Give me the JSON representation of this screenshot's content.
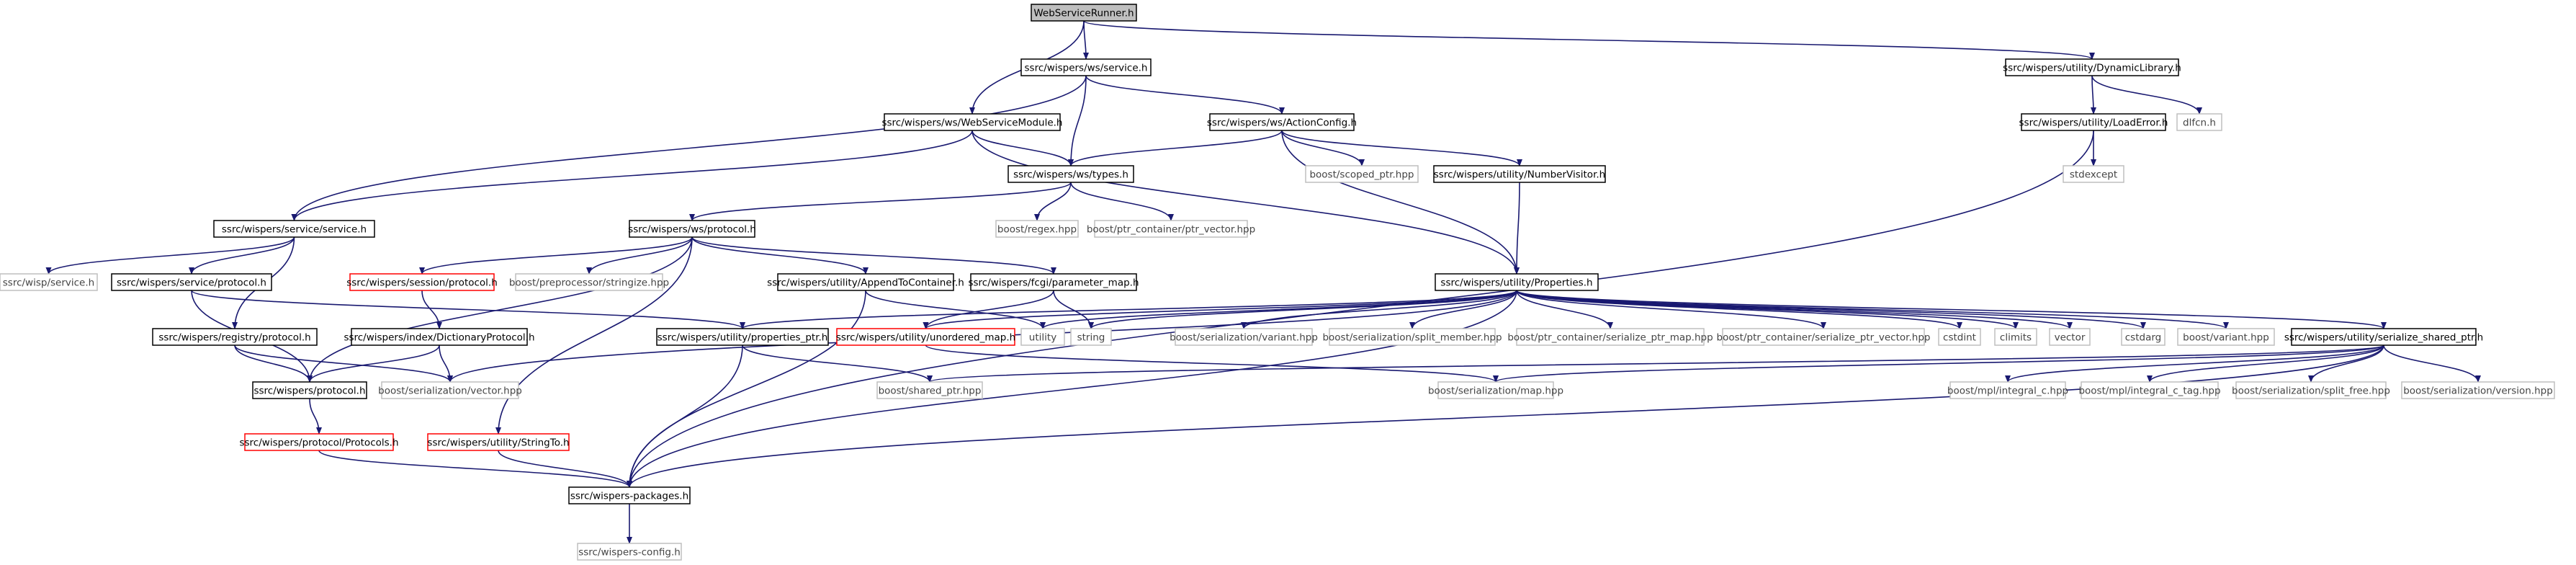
{
  "diagram": {
    "colors": {
      "edge": "#191970",
      "root_fill": "#bfbfbf",
      "documented_border": "#000000",
      "undocumented_border": "#bfbfbf",
      "missing_border": "#ff0000",
      "text": "#000000",
      "undocumented_text": "#444444"
    },
    "nodes": {
      "root": "WebServiceRunner.h",
      "ws_service": "ssrc/wispers/ws/service.h",
      "dynlib": "ssrc/wispers/utility/DynamicLibrary.h",
      "wsmodule": "ssrc/wispers/ws/WebServiceModule.h",
      "actionconfig": "ssrc/wispers/ws/ActionConfig.h",
      "loaderror": "ssrc/wispers/utility/LoadError.h",
      "dlfcn": "dlfcn.h",
      "stdexcept": "stdexcept",
      "types": "ssrc/wispers/ws/types.h",
      "scoped_ptr": "boost/scoped_ptr.hpp",
      "numbervisitor": "ssrc/wispers/utility/NumberVisitor.h",
      "regex": "boost/regex.hpp",
      "ptr_vector": "boost/ptr_container/ptr_vector.hpp",
      "service_service": "ssrc/wispers/service/service.h",
      "ws_protocol": "ssrc/wispers/ws/protocol.h",
      "wisp_service": "ssrc/wisp/service.h",
      "service_protocol": "ssrc/wispers/service/protocol.h",
      "session_protocol": "ssrc/wispers/session/protocol.h",
      "stringize": "boost/preprocessor/stringize.hpp",
      "appendtocontainer": "ssrc/wispers/utility/AppendToContainer.h",
      "parameter_map": "ssrc/wispers/fcgi/parameter_map.h",
      "properties": "ssrc/wispers/utility/Properties.h",
      "registry_protocol": "ssrc/wispers/registry/protocol.h",
      "dictionaryprotocol": "ssrc/wispers/index/DictionaryProtocol.h",
      "properties_ptr": "ssrc/wispers/utility/properties_ptr.h",
      "unordered_map": "ssrc/wispers/utility/unordered_map.h",
      "utility": "utility",
      "string": "string",
      "variant": "boost/serialization/variant.hpp",
      "split_member": "boost/serialization/split_member.hpp",
      "serialize_ptr_map": "boost/ptr_container/serialize_ptr_map.hpp",
      "serialize_ptr_vector": "boost/ptr_container/serialize_ptr_vector.hpp",
      "cstdint": "cstdint",
      "climits": "climits",
      "vector": "vector",
      "cstdarg": "cstdarg",
      "boost_variant": "boost/variant.hpp",
      "serialize_shared_ptr": "ssrc/wispers/utility/serialize_shared_ptr.h",
      "wispers_protocol": "ssrc/wispers/protocol.h",
      "ser_vector": "boost/serialization/vector.hpp",
      "shared_ptr": "boost/shared_ptr.hpp",
      "ser_map": "boost/serialization/map.hpp",
      "integral_c": "boost/mpl/integral_c.hpp",
      "integral_c_tag": "boost/mpl/integral_c_tag.hpp",
      "split_free": "boost/serialization/split_free.hpp",
      "ser_version": "boost/serialization/version.hpp",
      "protocols": "ssrc/wispers/protocol/Protocols.h",
      "stringto": "ssrc/wispers/utility/StringTo.h",
      "packages": "ssrc/wispers-packages.h",
      "config": "ssrc/wispers-config.h"
    }
  }
}
